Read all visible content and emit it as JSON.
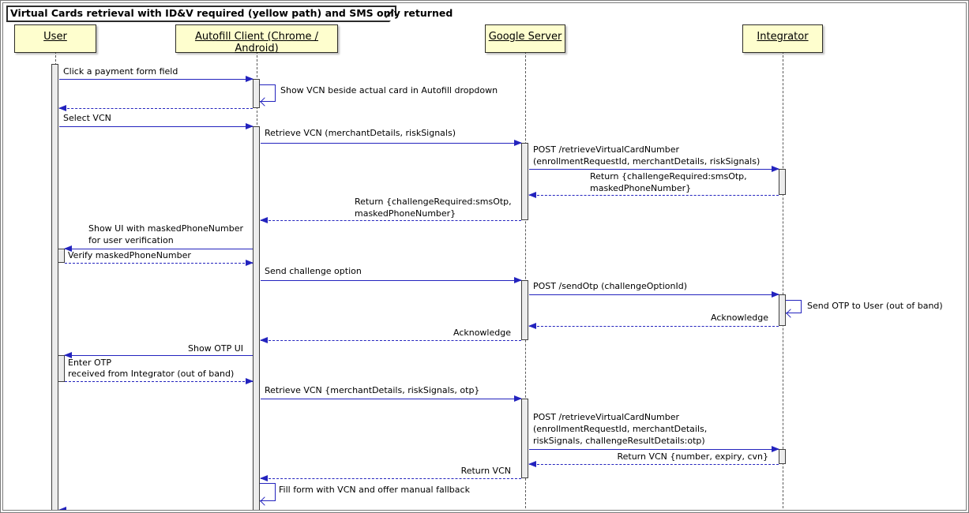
{
  "title": "Virtual Cards retrieval with ID&V required (yellow path) and SMS only returned",
  "participants": [
    {
      "name": "User"
    },
    {
      "name": "Autofill Client (Chrome / Android)"
    },
    {
      "name": "Google Server"
    },
    {
      "name": "Integrator"
    }
  ],
  "messages": {
    "m1": "Click a payment form field",
    "self1": "Show VCN beside actual card in Autofill dropdown",
    "m2": "Select VCN",
    "m3": "Retrieve VCN (merchantDetails, riskSignals)",
    "m4a": "POST /retrieveVirtualCardNumber",
    "m4b": "(enrollmentRequestId, merchantDetails, riskSignals)",
    "r2a": "Return {challengeRequired:smsOtp,",
    "r2b": "maskedPhoneNumber}",
    "r3a": "Return {challengeRequired:smsOtp,",
    "r3b": "maskedPhoneNumber}",
    "m5a": "Show UI with maskedPhoneNumber",
    "m5b": "for user verification",
    "m6": "Verify maskedPhoneNumber",
    "m7": "Send challenge option",
    "m8": "POST /sendOtp (challengeOptionId)",
    "self2": "Send OTP to User (out of band)",
    "r5": "Acknowledge",
    "r6": "Acknowledge",
    "m9": "Show OTP UI",
    "m10a": "Enter OTP",
    "m10b": "received from Integrator (out of band)",
    "m11": "Retrieve VCN {merchantDetails, riskSignals, otp}",
    "m12a": "POST /retrieveVirtualCardNumber",
    "m12b": "(enrollmentRequestId, merchantDetails,",
    "m12c": "riskSignals, challengeResultDetails:otp)",
    "r8": "Return VCN {number, expiry, cvn}",
    "r9": "Return VCN",
    "self3": "Fill form with VCN and offer manual fallback"
  },
  "colors": {
    "arrow": "#2323be",
    "participant_fill": "#FEFECE",
    "activation_fill": "#ececec",
    "frame_border": "#7b7b7b"
  }
}
